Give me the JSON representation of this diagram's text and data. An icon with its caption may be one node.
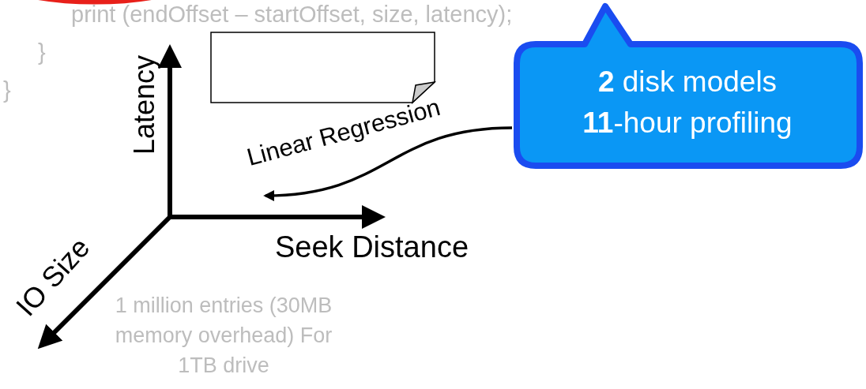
{
  "diagram": {
    "nodes": [
      {
        "text": [],
        "shape": "box"
      },
      {
        "text": [
          "**2** disk models **11**-hour profiling"
        ]
      },
      {
        "text": [],
        "shape": "picture"
      }
    ],
    "edges": [
      {
        "from": 1,
        "to": 2,
        "arrow": "to",
        "label": "Linear Regression"
      }
    ],
    "labels": [
      "print (endOffset – startOffset, size, latency);",
      "}",
      "}",
      "Latency",
      "Seek Distance",
      "IO Size",
      "1 million entries (30MB memory overhead) For 1TB drive"
    ]
  }
}
